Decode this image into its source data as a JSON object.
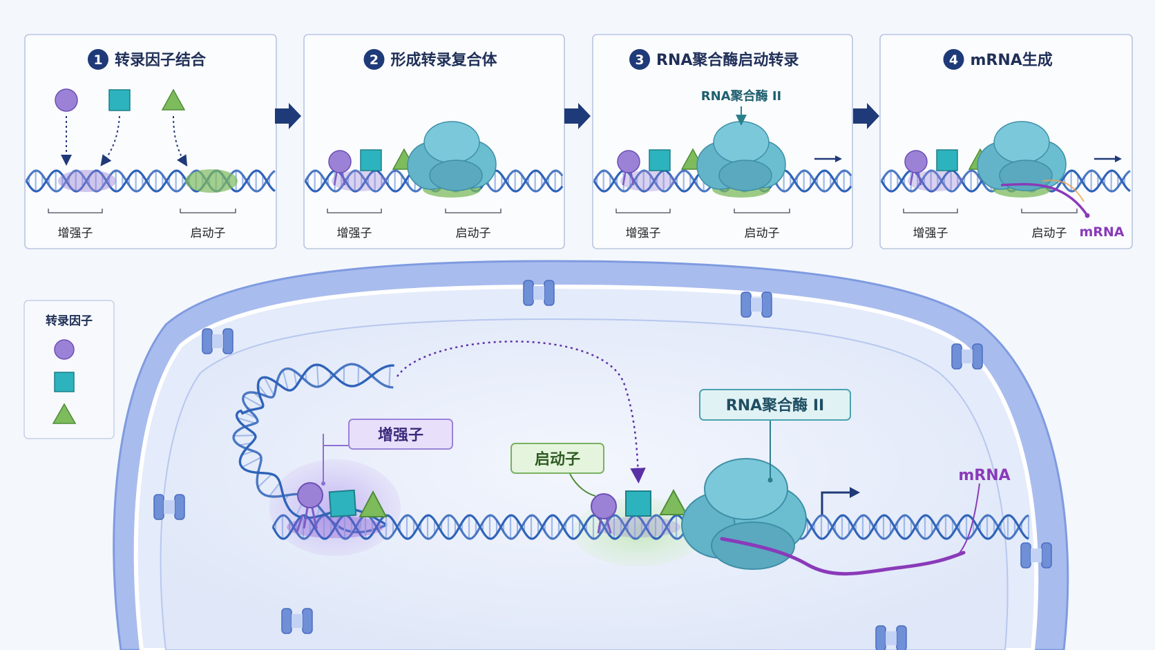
{
  "panels": [
    {
      "num": "1",
      "title": "转录因子结合",
      "enhancer": "增强子",
      "promoter": "启动子"
    },
    {
      "num": "2",
      "title": "形成转录复合体",
      "enhancer": "增强子",
      "promoter": "启动子"
    },
    {
      "num": "3",
      "title": "RNA聚合酶启动转录",
      "enhancer": "增强子",
      "promoter": "启动子",
      "pol_label": "RNA聚合酶 II"
    },
    {
      "num": "4",
      "title": "mRNA生成",
      "enhancer": "增强子",
      "promoter": "启动子",
      "mrna_label": "mRNA"
    }
  ],
  "legend": {
    "title": "转录因子"
  },
  "main": {
    "enhancer": "增强子",
    "promoter": "启动子",
    "pol_label": "RNA聚合酶 II",
    "mrna_label": "mRNA"
  },
  "colors": {
    "circle": "#9b82d6",
    "square": "#2db3bd",
    "triangle": "#7dbb5c",
    "dna": "#2f63b8",
    "polymerase": "#6bbdd0",
    "mrna": "#8a3ab9",
    "membrane": "#8ea8e6",
    "title_blue": "#1f3a78"
  }
}
